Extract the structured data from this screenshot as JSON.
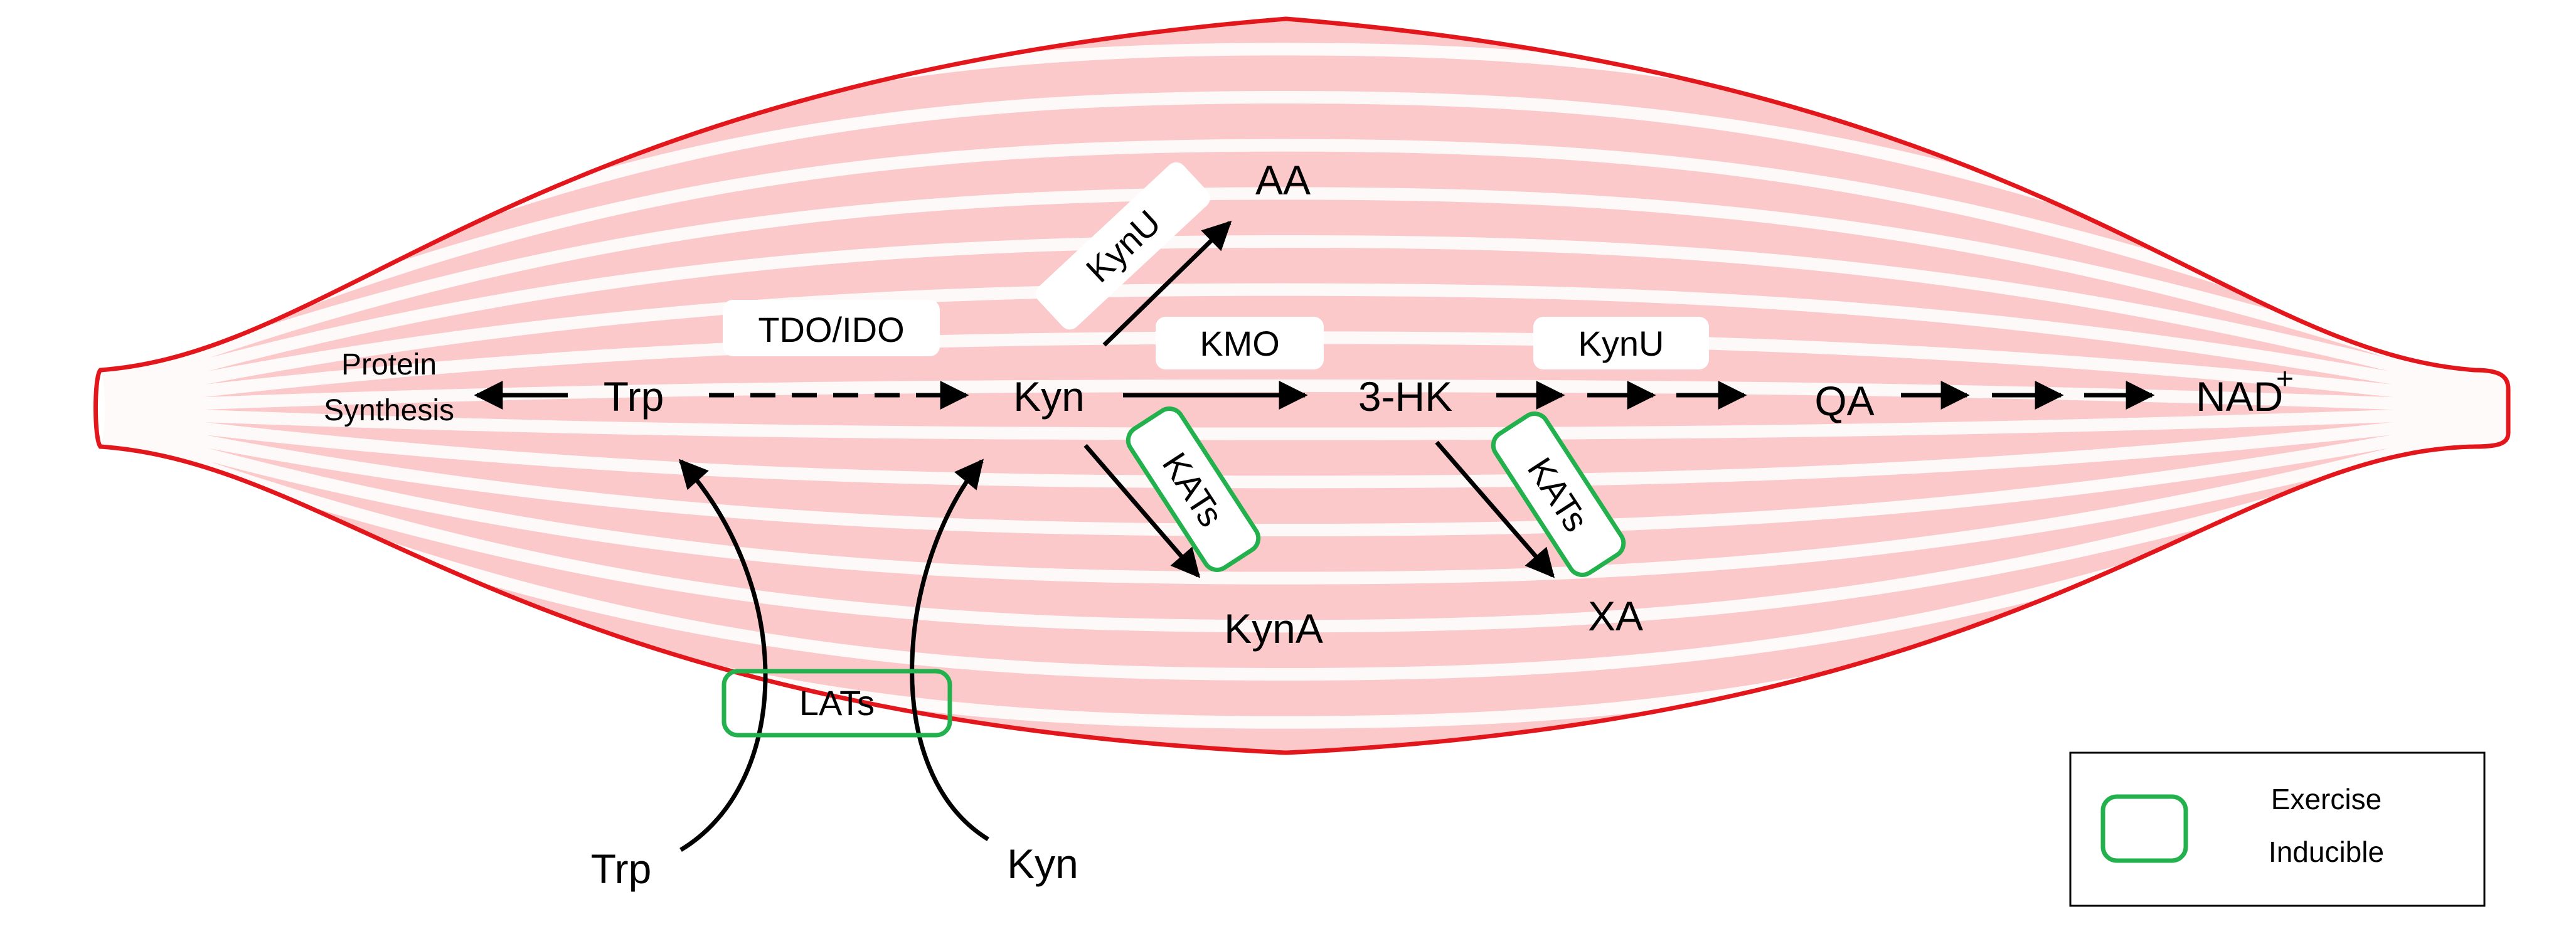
{
  "metabolites": {
    "protein_synthesis_line1": "Protein",
    "protein_synthesis_line2": "Synthesis",
    "trp_inside": "Trp",
    "kyn_inside": "Kyn",
    "aa": "AA",
    "hk3": "3-HK",
    "qa": "QA",
    "nad": "NAD",
    "nad_sup": "+",
    "kyna": "KynA",
    "xa": "XA",
    "trp_outside": "Trp",
    "kyn_outside": "Kyn"
  },
  "enzymes": {
    "tdo_ido": "TDO/IDO",
    "kmo": "KMO",
    "kynu_aa": "KynU",
    "kynu_qa": "KynU",
    "kats_kyna": "KATs",
    "kats_xa": "KATs",
    "lats": "LATs"
  },
  "legend": {
    "line1": "Exercise",
    "line2": "Inducible"
  },
  "colors": {
    "muscle_fill": "#fbc9c9",
    "muscle_outline": "#e3161c",
    "fiber": "#ffffff",
    "exercise_inducible": "#22b14c",
    "arrow": "#000000",
    "enzyme_box": "#ffffff"
  },
  "icons": {
    "legend_swatch": "rounded-square-outline"
  }
}
